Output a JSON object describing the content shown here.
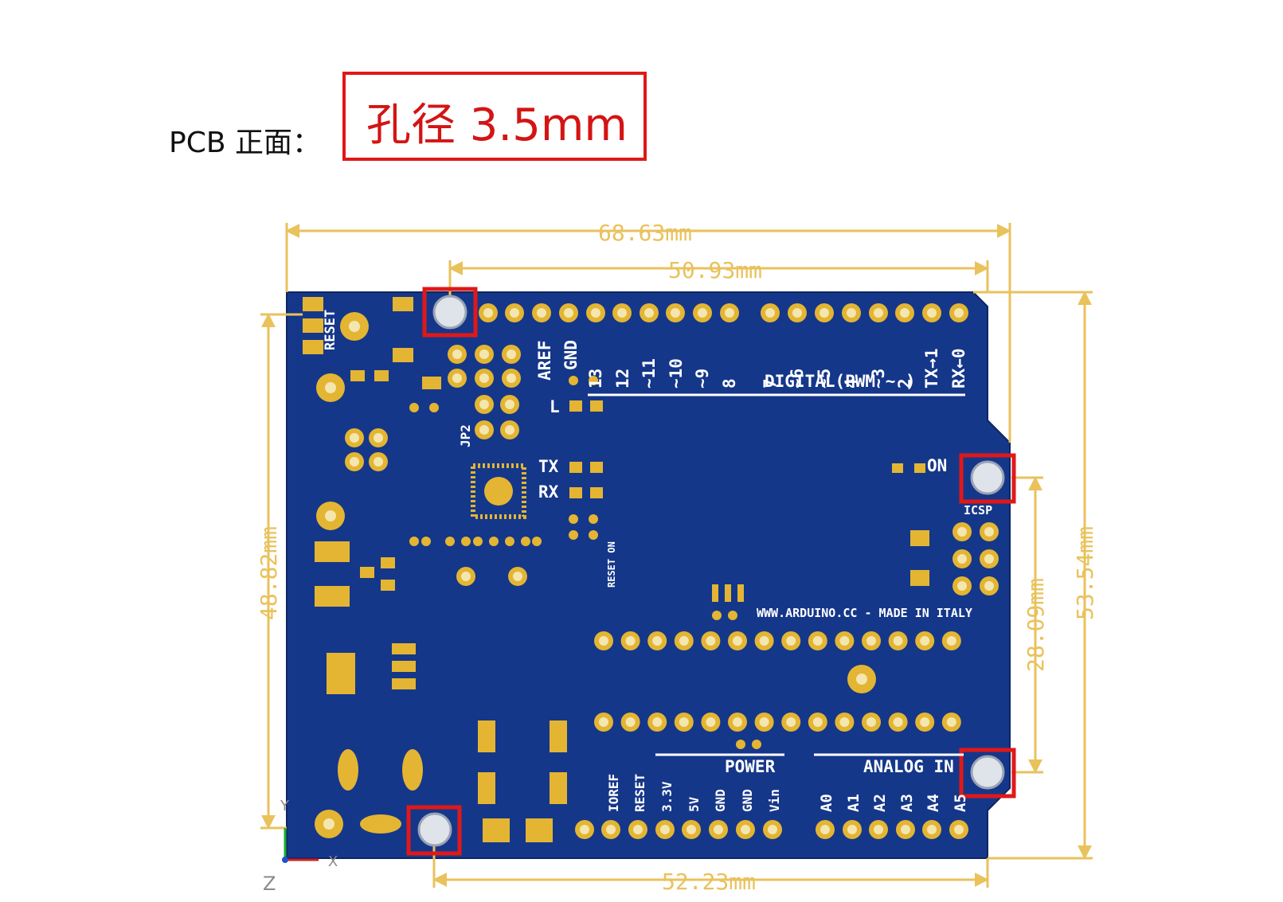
{
  "heading": "PCB 正面：",
  "note": "孔径 3.5mm",
  "colors": {
    "board": "#15378a",
    "pad": "#e3b532",
    "silk": "#ffffff",
    "dimension": "#e9c25c",
    "highlight": "#e01818"
  },
  "dimensions": {
    "top_width": "68.63mm",
    "header_span": "50.93mm",
    "bottom_span": "52.23mm",
    "left_height": "48.82mm",
    "right_height": "53.54mm",
    "hole_span": "28.09mm"
  },
  "silkscreen": {
    "reset": "RESET",
    "aref": "AREF",
    "gnd": "GND",
    "digital_labels": [
      "13",
      "12",
      "~11",
      "~10",
      "~9",
      "8",
      "7",
      "~6",
      "~5",
      "4",
      "~3",
      "2",
      "TX→1",
      "RX←0"
    ],
    "digital": "DIGITAL(PWM ~ )",
    "jp2": "JP2",
    "l": "L",
    "tx": "TX",
    "rx": "RX",
    "on": "ON",
    "icsp": "ICSP",
    "reset_on": "RESET ON",
    "website": "WWW.ARDUINO.CC - MADE IN ITALY",
    "power": "POWER",
    "analog": "ANALOG IN",
    "power_labels": [
      "IOREF",
      "RESET",
      "3.3V",
      "5V",
      "GND",
      "GND",
      "Vin"
    ],
    "analog_labels": [
      "A0",
      "A1",
      "A2",
      "A3",
      "A4",
      "A5"
    ]
  },
  "axes": {
    "x": "X",
    "y": "Y",
    "z": "Z"
  }
}
